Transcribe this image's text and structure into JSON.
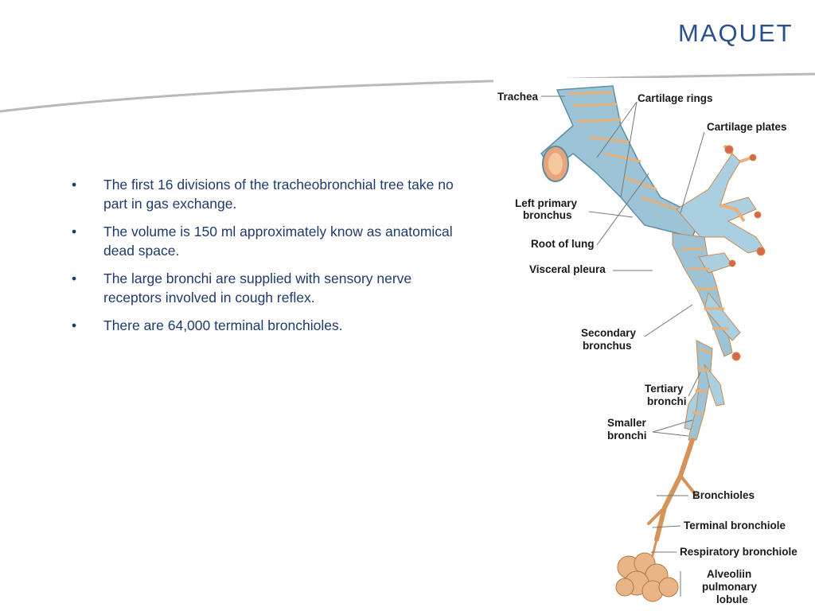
{
  "brand": {
    "logo_text": "MAQUET",
    "color": "#2c4f8e"
  },
  "bullets": [
    "The first 16 divisions of the tracheobronchial tree take no part in gas exchange.",
    "The volume is 150 ml approximately know as anatomical dead space.",
    "The large bronchi are supplied with sensory nerve receptors involved in cough reflex.",
    "There are 64,000 terminal bronchioles."
  ],
  "bullet_symbol": "•",
  "figure": {
    "labels": {
      "trachea": "Trachea",
      "cartilage_rings": "Cartilage rings",
      "cartilage_plates": "Cartilage plates",
      "left_primary_1": "Left primary",
      "left_primary_2": "bronchus",
      "root_of_lung": "Root of lung",
      "visceral_pleura": "Visceral pleura",
      "secondary_1": "Secondary",
      "secondary_2": "bronchus",
      "tertiary_1": "Tertiary",
      "tertiary_2": "bronchi",
      "smaller_1": "Smaller",
      "smaller_2": "bronchi",
      "bronchioles": "Bronchioles",
      "terminal_bronchiole": "Terminal bronchiole",
      "respiratory_bronchiole": "Respiratory bronchiole",
      "alveoli_1": "Alveoliin",
      "alveoli_2": "pulmonary",
      "alveoli_3": "lobule"
    },
    "colors": {
      "cartilage": "#9cc4d6",
      "tissue": "#e8b07a",
      "alveoli": "#e9b486"
    }
  }
}
